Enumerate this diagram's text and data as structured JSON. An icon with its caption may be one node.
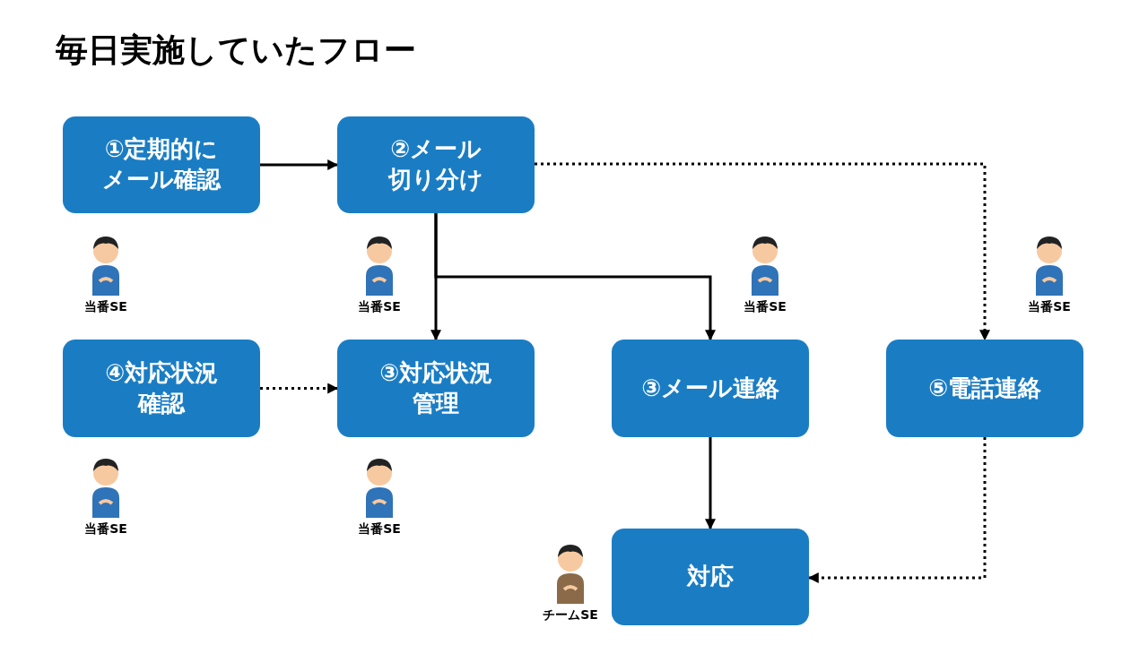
{
  "diagram": {
    "title": "毎日実施していたフロー",
    "nodes": [
      {
        "text": [
          "①定期的にメール確認"
        ]
      },
      {
        "text": [
          "②メール切り分け"
        ]
      },
      {
        "text": [
          "④対応状況確認"
        ]
      },
      {
        "text": [
          "③対応状況管理"
        ]
      },
      {
        "text": [
          "③メール連絡"
        ],
        "beside": [
          "当番SE"
        ]
      },
      {
        "text": [
          "⑤電話連絡"
        ],
        "beside": [
          "当番SE"
        ]
      },
      {
        "text": [
          "対応"
        ],
        "beside": [
          "チームSE"
        ]
      }
    ],
    "edges": [
      {
        "from": 0,
        "to": 1,
        "arrow": "to"
      },
      {
        "from": 1,
        "to": 5,
        "arrow": "to",
        "style": "dashed"
      },
      {
        "from": 1,
        "to": 3,
        "arrow": "to"
      },
      {
        "from": 1,
        "to": 4,
        "arrow": "to"
      },
      {
        "from": 2,
        "to": 3,
        "arrow": "to",
        "style": "dashed"
      },
      {
        "from": 4,
        "to": 6,
        "arrow": "to"
      },
      {
        "from": 5,
        "to": 6,
        "arrow": "to",
        "style": "dashed"
      }
    ],
    "labels": [
      "当番SE",
      "当番SE",
      "当番SE",
      "当番SE"
    ]
  }
}
